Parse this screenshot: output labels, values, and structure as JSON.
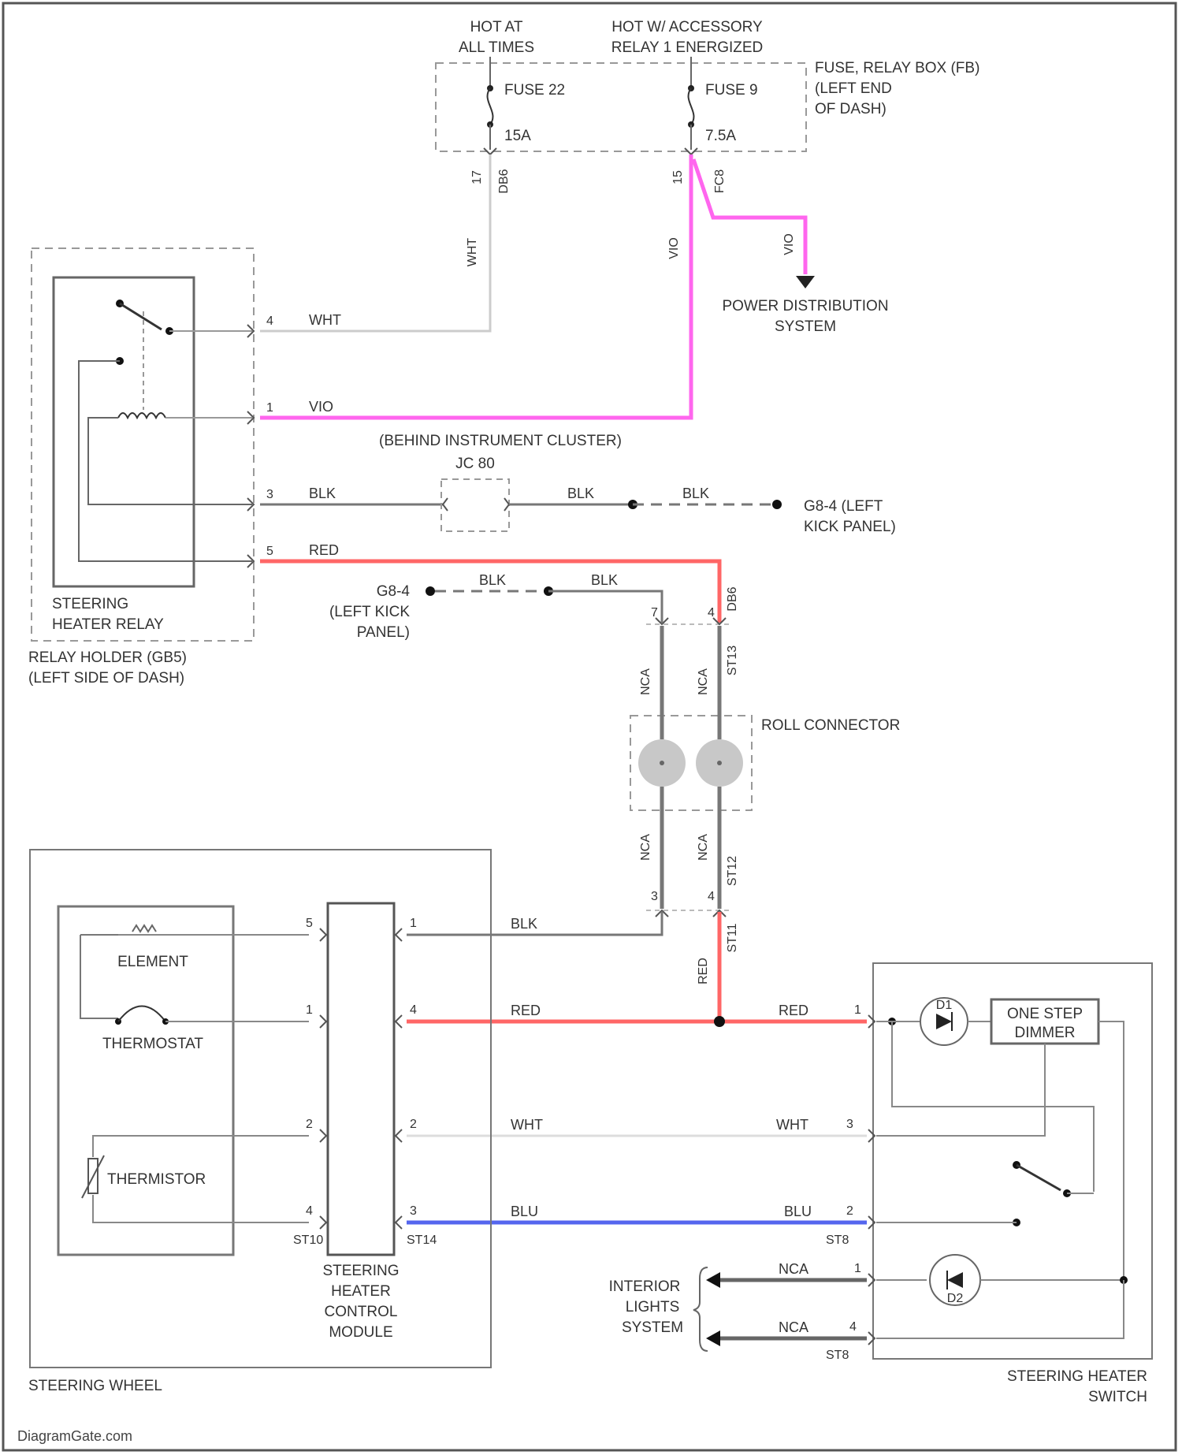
{
  "power": {
    "hot_at_all_times_1": "HOT AT",
    "hot_at_all_times_2": "ALL TIMES",
    "hot_accessory_1": "HOT W/ ACCESSORY",
    "hot_accessory_2": "RELAY 1 ENERGIZED",
    "fuse_box_1": "FUSE, RELAY BOX (FB)",
    "fuse_box_2": "(LEFT END",
    "fuse_box_3": "OF DASH)",
    "fuse22_name": "FUSE 22",
    "fuse22_rating": "15A",
    "fuse9_name": "FUSE 9",
    "fuse9_rating": "7.5A",
    "fb_pin_17": "17",
    "fb_pin_15": "15",
    "fb_conn_a": "DB6",
    "fb_conn_b": "FC8",
    "pds_1": "POWER DISTRIBUTION",
    "pds_2": "SYSTEM"
  },
  "relay": {
    "name_1": "STEERING",
    "name_2": "HEATER RELAY",
    "holder_1": "RELAY HOLDER (GB5)",
    "holder_2": "(LEFT SIDE OF DASH)",
    "pin4": "4",
    "pin1": "1",
    "pin3": "3",
    "pin5": "5"
  },
  "wires": {
    "wht": "WHT",
    "vio": "VIO",
    "blk": "BLK",
    "red": "RED",
    "blu": "BLU",
    "nca": "NCA"
  },
  "ground": {
    "g1_1": "G8-4 (LEFT",
    "g1_2": "KICK PANEL)",
    "g2_1": "G8-4",
    "g2_2": "(LEFT KICK",
    "g2_3": "PANEL)"
  },
  "cluster": {
    "behind": "(BEHIND INSTRUMENT CLUSTER)",
    "jc": "JC 80"
  },
  "roll": {
    "name": "ROLL CONNECTOR",
    "pin7": "7",
    "pin4": "4",
    "pin3": "3",
    "pin4b": "4",
    "conn_a": "DB6",
    "conn_b": "ST13",
    "conn_c": "ST12",
    "conn_d": "ST11"
  },
  "wheel": {
    "name": "STEERING WHEEL",
    "element": "ELEMENT",
    "thermostat": "THERMOSTAT",
    "thermistor": "THERMISTOR",
    "module_1": "STEERING",
    "module_2": "HEATER",
    "module_3": "CONTROL",
    "module_4": "MODULE",
    "conn_left": "ST10",
    "conn_right": "ST14",
    "lp5": "5",
    "lp1": "1",
    "lp2": "2",
    "lp4": "4",
    "rp1": "1",
    "rp4": "4",
    "rp2": "2",
    "rp3": "3"
  },
  "switch": {
    "name_1": "STEERING HEATER",
    "name_2": "SWITCH",
    "dimmer_1": "ONE STEP",
    "dimmer_2": "DIMMER",
    "conn_a": "ST8",
    "conn_b": "ST8",
    "p1": "1",
    "p3": "3",
    "p2": "2",
    "p1b": "1",
    "p4": "4",
    "led1": "D1",
    "led2": "D2"
  },
  "interior": {
    "line1": "INTERIOR",
    "line2": "LIGHTS",
    "line3": "SYSTEM"
  },
  "footer": {
    "watermark": "DiagramGate.com"
  }
}
